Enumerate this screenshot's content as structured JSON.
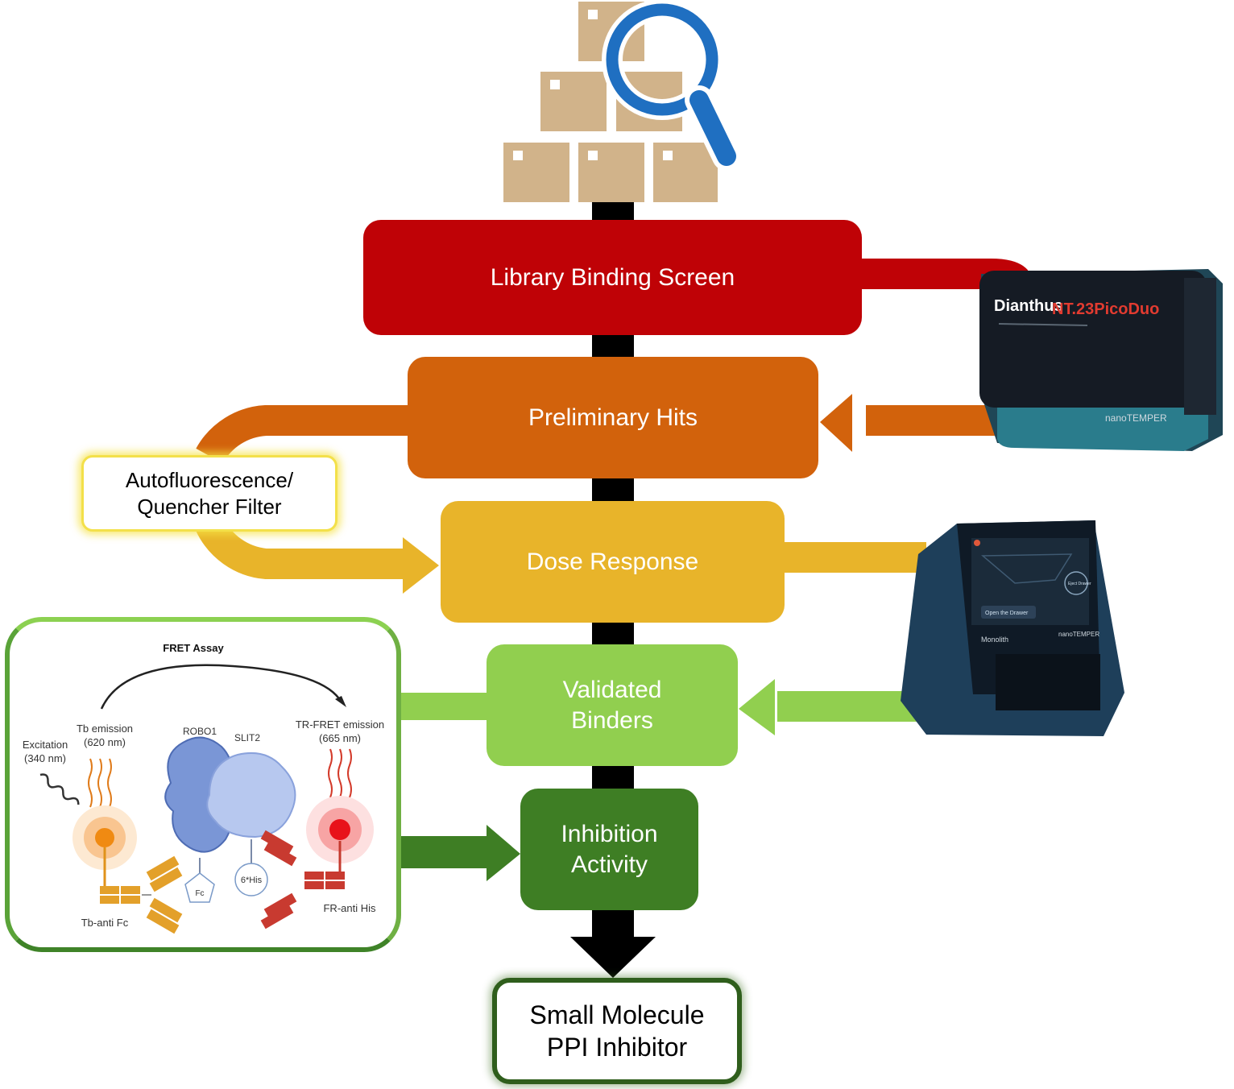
{
  "workflow": {
    "library_binding_screen": "Library Binding Screen",
    "preliminary_hits": "Preliminary Hits",
    "dose_response": "Dose Response",
    "validated_binders": "Validated\nBinders",
    "inhibition_activity": "Inhibition\nActivity",
    "filter": "Autofluorescence/\nQuencher Filter",
    "result": "Small Molecule\nPPI Inhibitor"
  },
  "instruments": {
    "dianthus_brand": "Dianthus",
    "dianthus_model": "NT.23PicoDuo",
    "dianthus_maker": "nanoTEMPER",
    "monolith_brand": "Monolith",
    "monolith_maker": "nanoTEMPER",
    "monolith_screen_button": "Open the Drawer",
    "monolith_screen_label": "Eject Drawer"
  },
  "fret": {
    "title": "FRET Assay",
    "excitation": "Excitation\n(340 nm)",
    "tb_emission": "Tb emission\n(620 nm)",
    "tr_fret_emission": "TR-FRET emission\n(665 nm)",
    "robo1": "ROBO1",
    "slit2": "SLIT2",
    "fc": "Fc",
    "his": "6*His",
    "tb_anti_fc": "Tb-anti Fc",
    "fr_anti_his": "FR-anti His"
  },
  "colors": {
    "library": "#bf0206",
    "prelim": "#d2620c",
    "dose": "#e8b42a",
    "validated": "#91cf4f",
    "inhibition": "#3e7e24",
    "boxes_icon": "#d1b38a",
    "magnifier": "#1f6fc1"
  },
  "icons": {
    "compound_library": "boxes-icon",
    "search": "magnifier-icon"
  }
}
